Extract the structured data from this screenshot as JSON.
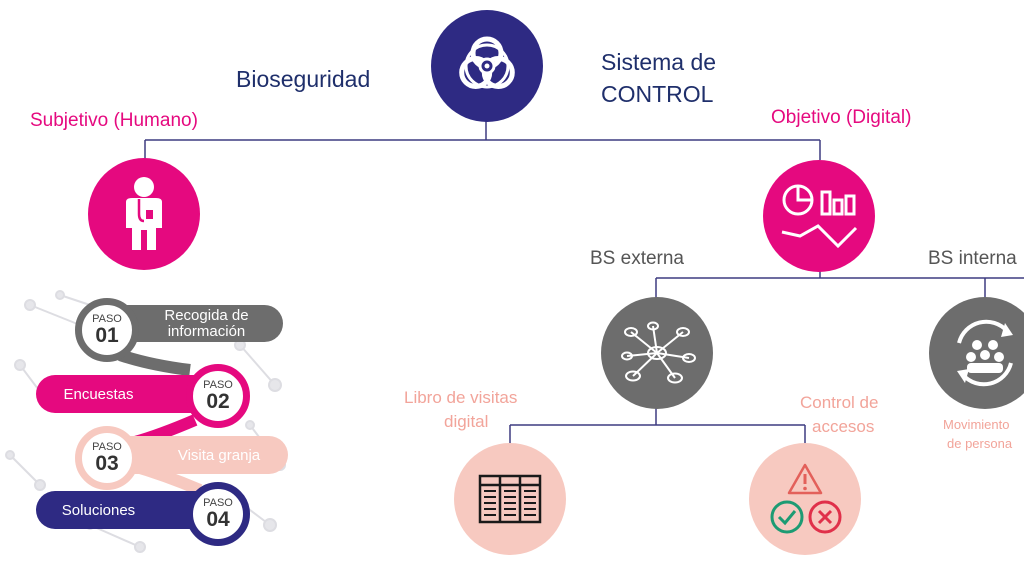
{
  "header": {
    "left_title": "Bioseguridad",
    "right_title_line1": "Sistema de",
    "right_title_line2": "CONTROL"
  },
  "branches": {
    "subjective": "Subjetivo (Humano)",
    "objective": "Objetivo (Digital)"
  },
  "digital": {
    "external": "BS externa",
    "internal": "BS interna",
    "external_items": [
      {
        "line1": "Libro de visitas",
        "line2": "digital"
      },
      {
        "line1": "Control de",
        "line2": "accesos"
      }
    ],
    "internal_item": {
      "line1": "Movimiento",
      "line2": "de persona"
    }
  },
  "steps": [
    {
      "paso": "PASO",
      "num": "01",
      "label_line1": "Recogida de",
      "label_line2": "información"
    },
    {
      "paso": "PASO",
      "num": "02",
      "label": "Encuestas"
    },
    {
      "paso": "PASO",
      "num": "03",
      "label": "Visita granja"
    },
    {
      "paso": "PASO",
      "num": "04",
      "label": "Soluciones"
    }
  ],
  "icons": [
    "biohazard-icon",
    "doctor-icon",
    "analytics-icon",
    "network-icon",
    "people-cycle-icon",
    "spreadsheet-icon",
    "access-control-icon"
  ],
  "colors": {
    "navy": "#2e2a83",
    "magenta": "#e5097f",
    "gray": "#6d6d6d",
    "light_pink": "#f7c9c0",
    "salmon_text": "#f2a49a",
    "line_blue": "#3d3b80",
    "title_text": "#1f2f6b"
  }
}
